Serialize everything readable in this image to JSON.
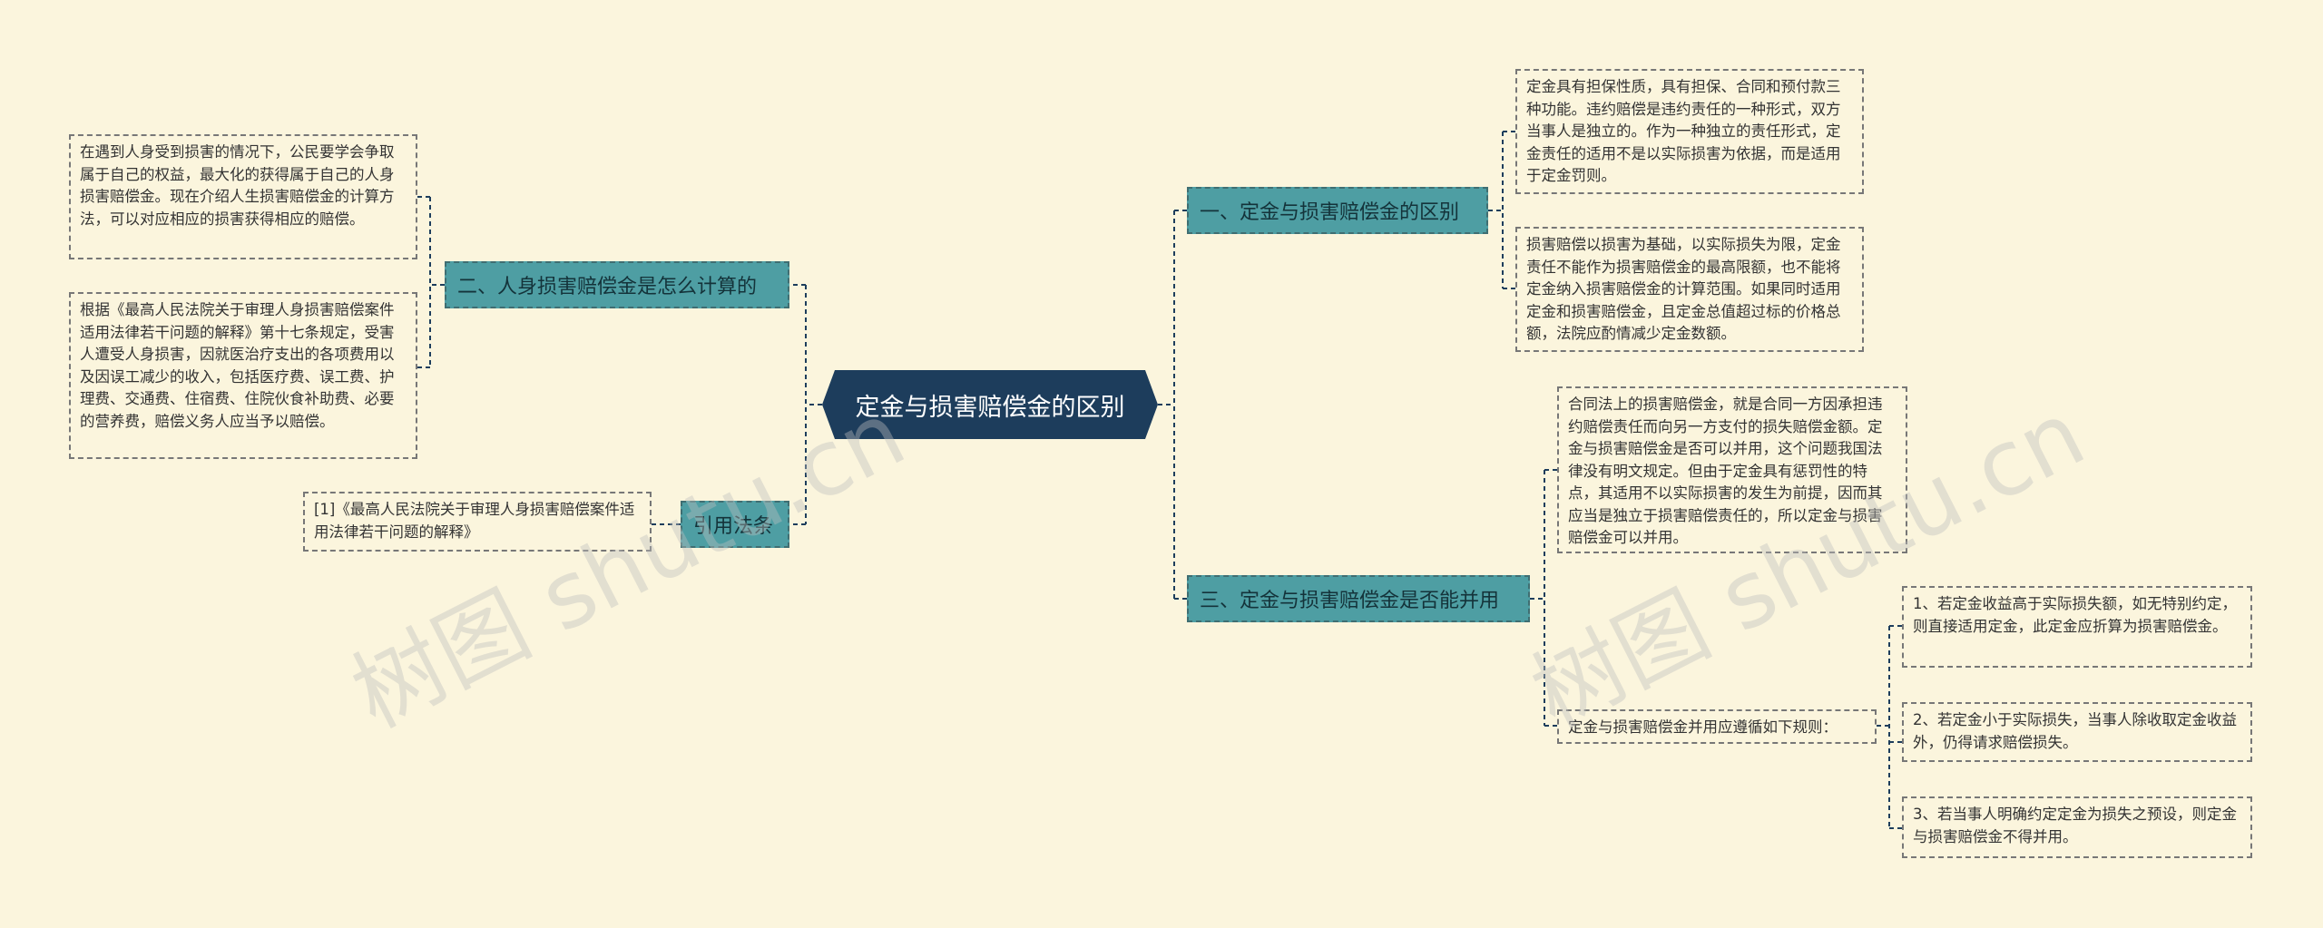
{
  "root": {
    "label": "定金与损害赔偿金的区别"
  },
  "branches": {
    "b1": {
      "label": "一、定金与损害赔偿金的区别"
    },
    "b2": {
      "label": "二、人身损害赔偿金是怎么计算的"
    },
    "b3": {
      "label": "三、定金与损害赔偿金是否能并用"
    },
    "b4": {
      "label": "引用法条"
    }
  },
  "leaves": {
    "l1": "定金具有担保性质，具有担保、合同和预付款三种功能。违约赔偿是违约责任的一种形式，双方当事人是独立的。作为一种独立的责任形式，定金责任的适用不是以实际损害为依据，而是适用于定金罚则。",
    "l2": "损害赔偿以损害为基础，以实际损失为限，定金责任不能作为损害赔偿金的最高限额，也不能将定金纳入损害赔偿金的计算范围。如果同时适用定金和损害赔偿金，且定金总值超过标的价格总额，法院应酌情减少定金数额。",
    "l3": "合同法上的损害赔偿金，就是合同一方因承担违约赔偿责任而向另一方支付的损失赔偿金额。定金与损害赔偿金是否可以并用，这个问题我国法律没有明文规定。但由于定金具有惩罚性的特点，其适用不以实际损害的发生为前提，因而其应当是独立于损害赔偿责任的，所以定金与损害赔偿金可以并用。",
    "l4": "定金与损害赔偿金并用应遵循如下规则：",
    "l5": "1、若定金收益高于实际损失额，如无特别约定，则直接适用定金，此定金应折算为损害赔偿金。",
    "l6": "2、若定金小于实际损失，当事人除收取定金收益外，仍得请求赔偿损失。",
    "l7": "3、若当事人明确约定定金为损失之预设，则定金与损害赔偿金不得并用。",
    "l8": "在遇到人身受到损害的情况下，公民要学会争取属于自己的权益，最大化的获得属于自己的人身损害赔偿金。现在介绍人生损害赔偿金的计算方法，可以对应相应的损害获得相应的赔偿。",
    "l9": "根据《最高人民法院关于审理人身损害赔偿案件适用法律若干问题的解释》第十七条规定，受害人遭受人身损害，因就医治疗支出的各项费用以及因误工减少的收入，包括医疗费、误工费、护理费、交通费、住宿费、住院伙食补助费、必要的营养费，赔偿义务人应当予以赔偿。",
    "l10": "[1]《最高人民法院关于审理人身损害赔偿案件适用法律若干问题的解释》"
  },
  "watermark": {
    "left": "树图 shutu.cn",
    "right": "树图 shutu.cn"
  },
  "colors": {
    "background": "#fbf5dd",
    "root": "#1d3d5c",
    "branch": "#4e9ea3",
    "line": "#1d3d5c"
  }
}
